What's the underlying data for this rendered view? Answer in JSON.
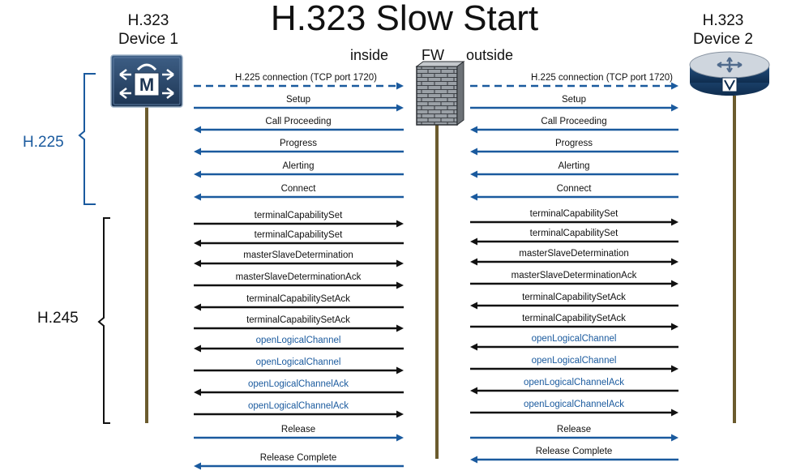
{
  "title": "H.323 Slow Start",
  "device1": {
    "line1": "H.323",
    "line2": "Device 1",
    "icon": "mcu-icon"
  },
  "device2": {
    "line1": "H.323",
    "line2": "Device 2",
    "icon": "router-icon"
  },
  "firewall": {
    "label": "FW",
    "icon": "brick-wall-icon"
  },
  "zones": {
    "inside": "inside",
    "outside": "outside"
  },
  "groups": {
    "h225": "H.225",
    "h245": "H.245"
  },
  "colors": {
    "h225": "#1a5a9e",
    "h245_line": "#111111",
    "h245_blue_text": "#1a5a9e",
    "lifeline": "#6b5b2e"
  },
  "messages": {
    "left": [
      {
        "label": "H.225 connection (TCP port 1720)",
        "dir": "right",
        "style": "dashed",
        "color": "blue",
        "text_color": "black"
      },
      {
        "label": "Setup",
        "dir": "right",
        "style": "solid",
        "color": "blue",
        "text_color": "black"
      },
      {
        "label": "Call Proceeding",
        "dir": "left",
        "style": "solid",
        "color": "blue",
        "text_color": "black"
      },
      {
        "label": "Progress",
        "dir": "left",
        "style": "solid",
        "color": "blue",
        "text_color": "black"
      },
      {
        "label": "Alerting",
        "dir": "left",
        "style": "solid",
        "color": "blue",
        "text_color": "black"
      },
      {
        "label": "Connect",
        "dir": "left",
        "style": "solid",
        "color": "blue",
        "text_color": "black"
      },
      {
        "label": "terminalCapabilitySet",
        "dir": "right",
        "style": "solid",
        "color": "black",
        "text_color": "black"
      },
      {
        "label": "terminalCapabilitySet",
        "dir": "left",
        "style": "solid",
        "color": "black",
        "text_color": "black"
      },
      {
        "label": "masterSlaveDetermination",
        "dir": "both",
        "style": "solid",
        "color": "black",
        "text_color": "black"
      },
      {
        "label": "masterSlaveDeterminationAck",
        "dir": "right",
        "style": "solid",
        "color": "black",
        "text_color": "black"
      },
      {
        "label": "terminalCapabilitySetAck",
        "dir": "left",
        "style": "solid",
        "color": "black",
        "text_color": "black"
      },
      {
        "label": "terminalCapabilitySetAck",
        "dir": "right",
        "style": "solid",
        "color": "black",
        "text_color": "black"
      },
      {
        "label": "openLogicalChannel",
        "dir": "left",
        "style": "solid",
        "color": "black",
        "text_color": "blue"
      },
      {
        "label": "openLogicalChannel",
        "dir": "right",
        "style": "solid",
        "color": "black",
        "text_color": "blue"
      },
      {
        "label": "openLogicalChannelAck",
        "dir": "left",
        "style": "solid",
        "color": "black",
        "text_color": "blue"
      },
      {
        "label": "openLogicalChannelAck",
        "dir": "right",
        "style": "solid",
        "color": "black",
        "text_color": "blue"
      },
      {
        "label": "Release",
        "dir": "right",
        "style": "solid",
        "color": "blue",
        "text_color": "black"
      },
      {
        "label": "Release Complete",
        "dir": "left",
        "style": "solid",
        "color": "blue",
        "text_color": "black"
      }
    ],
    "right": [
      {
        "label": "H.225 connection (TCP port 1720)",
        "dir": "right",
        "style": "dashed",
        "color": "blue",
        "text_color": "black"
      },
      {
        "label": "Setup",
        "dir": "right",
        "style": "solid",
        "color": "blue",
        "text_color": "black"
      },
      {
        "label": "Call Proceeding",
        "dir": "left",
        "style": "solid",
        "color": "blue",
        "text_color": "black"
      },
      {
        "label": "Progress",
        "dir": "left",
        "style": "solid",
        "color": "blue",
        "text_color": "black"
      },
      {
        "label": "Alerting",
        "dir": "left",
        "style": "solid",
        "color": "blue",
        "text_color": "black"
      },
      {
        "label": "Connect",
        "dir": "left",
        "style": "solid",
        "color": "blue",
        "text_color": "black"
      },
      {
        "label": "terminalCapabilitySet",
        "dir": "right",
        "style": "solid",
        "color": "black",
        "text_color": "black"
      },
      {
        "label": "terminalCapabilitySet",
        "dir": "left",
        "style": "solid",
        "color": "black",
        "text_color": "black"
      },
      {
        "label": "masterSlaveDetermination",
        "dir": "both",
        "style": "solid",
        "color": "black",
        "text_color": "black"
      },
      {
        "label": "masterSlaveDeterminationAck",
        "dir": "right",
        "style": "solid",
        "color": "black",
        "text_color": "black"
      },
      {
        "label": "terminalCapabilitySetAck",
        "dir": "left",
        "style": "solid",
        "color": "black",
        "text_color": "black"
      },
      {
        "label": "terminalCapabilitySetAck",
        "dir": "right",
        "style": "solid",
        "color": "black",
        "text_color": "black"
      },
      {
        "label": "openLogicalChannel",
        "dir": "left",
        "style": "solid",
        "color": "black",
        "text_color": "blue"
      },
      {
        "label": "openLogicalChannel",
        "dir": "right",
        "style": "solid",
        "color": "black",
        "text_color": "blue"
      },
      {
        "label": "openLogicalChannelAck",
        "dir": "left",
        "style": "solid",
        "color": "black",
        "text_color": "blue"
      },
      {
        "label": "openLogicalChannelAck",
        "dir": "right",
        "style": "solid",
        "color": "black",
        "text_color": "blue"
      },
      {
        "label": "Release",
        "dir": "right",
        "style": "solid",
        "color": "blue",
        "text_color": "black"
      },
      {
        "label": "Release Complete",
        "dir": "left",
        "style": "solid",
        "color": "blue",
        "text_color": "black"
      }
    ]
  }
}
